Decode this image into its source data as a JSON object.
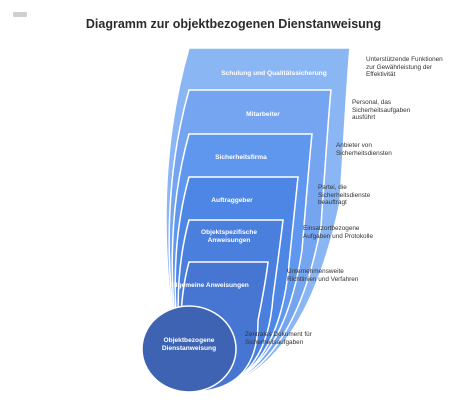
{
  "title": "Diagramm zur objektbezogenen Dienstanweisung",
  "logo_icon": "brand-logo-icon",
  "layers": [
    {
      "label": [
        "Schulung und Qualitätssicherung"
      ],
      "description": [
        "Unterstützende Funktionen",
        "zur Gewährleistung der",
        "Effektivität"
      ],
      "color": "#8bb6f4"
    },
    {
      "label": [
        "Mitarbeiter"
      ],
      "description": [
        "Personal, das",
        "Sicherheitsaufgaben",
        "ausführt"
      ],
      "color": "#75a5f1"
    },
    {
      "label": [
        "Sicherheitsfirma"
      ],
      "description": [
        "Anbieter von",
        "Sicherheitsdiensten"
      ],
      "color": "#5f96ee"
    },
    {
      "label": [
        "Auftraggeber"
      ],
      "description": [
        "Partei, die",
        "Sicherheitsdienste",
        "beauftragt"
      ],
      "color": "#4e86e6"
    },
    {
      "label": [
        "Objektspezifische",
        "Anweisungen"
      ],
      "description": [
        "Einsatzortbezogene",
        "Aufgaben und Protokolle"
      ],
      "color": "#4a7fde"
    },
    {
      "label": [
        "Allgemeine Anweisungen"
      ],
      "description": [
        "Unternehmensweite",
        "Richtlinien und Verfahren"
      ],
      "color": "#4776d2"
    },
    {
      "label": [
        "Objektbezogene",
        "Dienstanweisung"
      ],
      "description": [
        "Zentrales Dokument für",
        "Sicherheitsaufgaben"
      ],
      "color": "#3d63b2"
    }
  ]
}
